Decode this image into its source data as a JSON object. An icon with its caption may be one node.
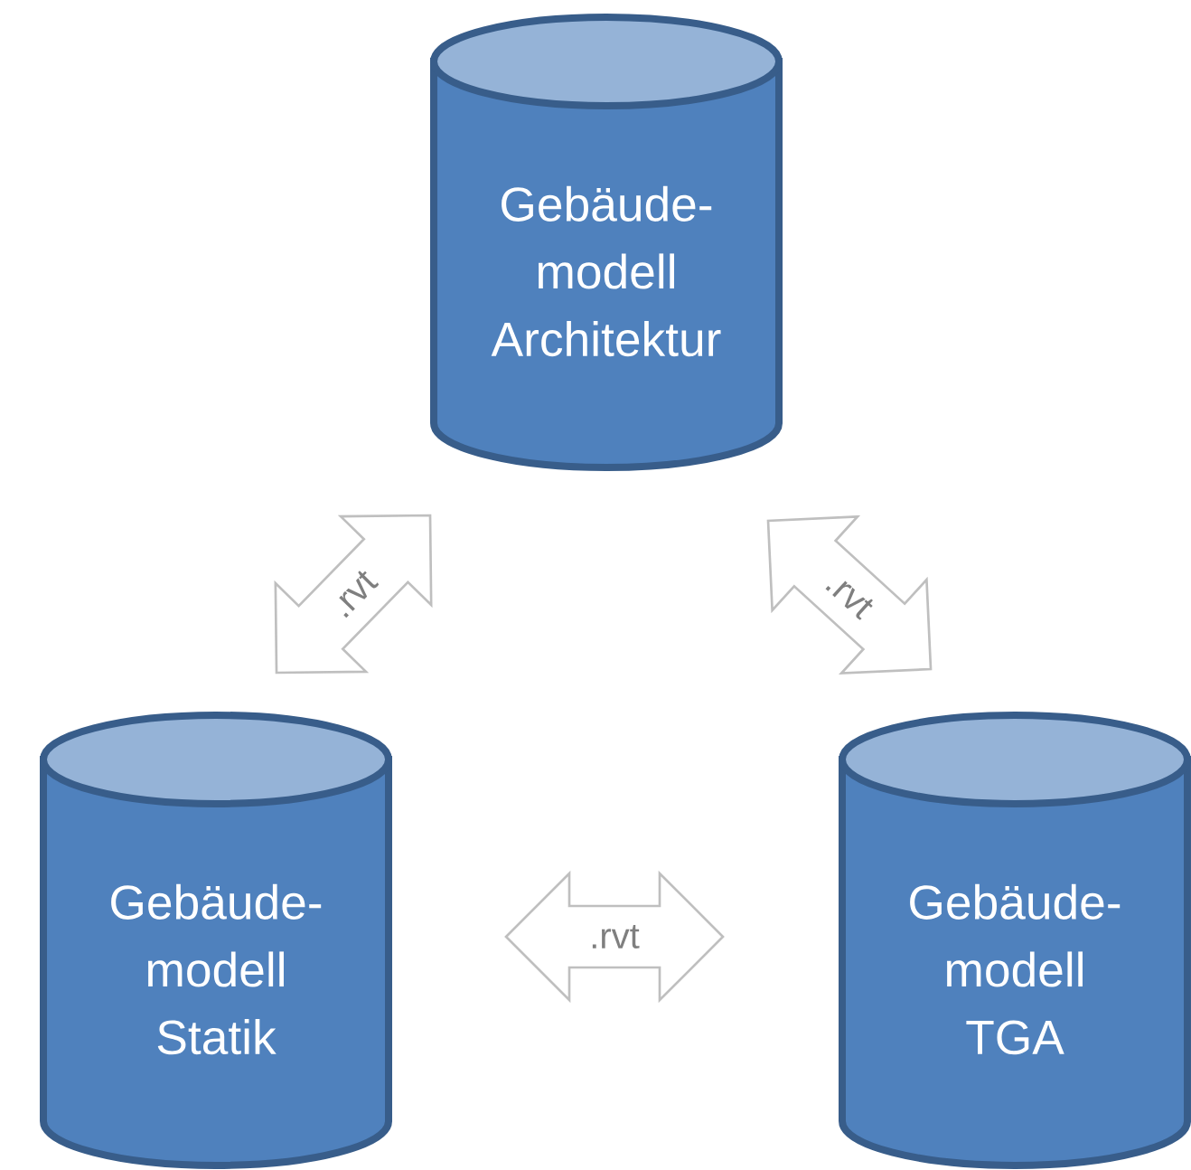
{
  "diagram": {
    "nodes": [
      {
        "text": [
          "Gebäude- modell Architektur"
        ]
      },
      {
        "text": [
          "Gebäude- modell Statik"
        ]
      },
      {
        "text": [
          "Gebäude- modell TGA"
        ]
      }
    ],
    "edges": [
      {
        "from": 1,
        "to": 0,
        "arrow": "both",
        "label": ".rvt"
      },
      {
        "from": 0,
        "to": 2,
        "arrow": "both",
        "label": ".rvt"
      },
      {
        "from": 1,
        "to": 2,
        "arrow": "both",
        "label": ".rvt"
      }
    ]
  }
}
